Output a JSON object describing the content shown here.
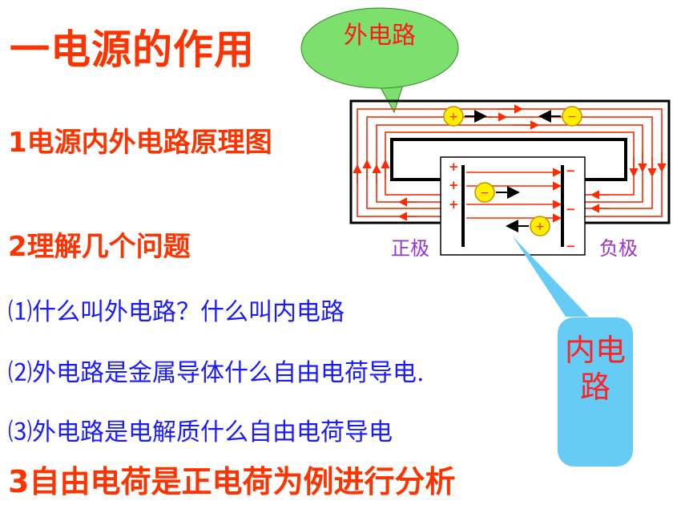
{
  "slide": {
    "title": "一电源的作用",
    "section1": "1电源内外电路原理图",
    "section2": "2理解几个问题",
    "q1": "⑴什么叫外电路？什么叫内电路",
    "q2": "⑵外电路是金属导体什么自由电荷导电.",
    "q3": "⑶外电路是电解质什么自由电荷导电",
    "section3": "3自由电荷是正电荷为例进行分析"
  },
  "diagram": {
    "outer_bubble_label": "外电路",
    "inner_bubble_label": "内电路",
    "positive_pole_label": "正极",
    "negative_pole_label": "负极",
    "plus_sign": "+",
    "minus_sign": "−",
    "colors": {
      "wire": "#ff2a00",
      "frame": "#000000",
      "outer_bubble": "#7de06e",
      "inner_bubble": "#66ccf5",
      "charge": "#ffee00",
      "label_red": "#ff1a1a",
      "pole_purple": "#9933cc"
    }
  }
}
